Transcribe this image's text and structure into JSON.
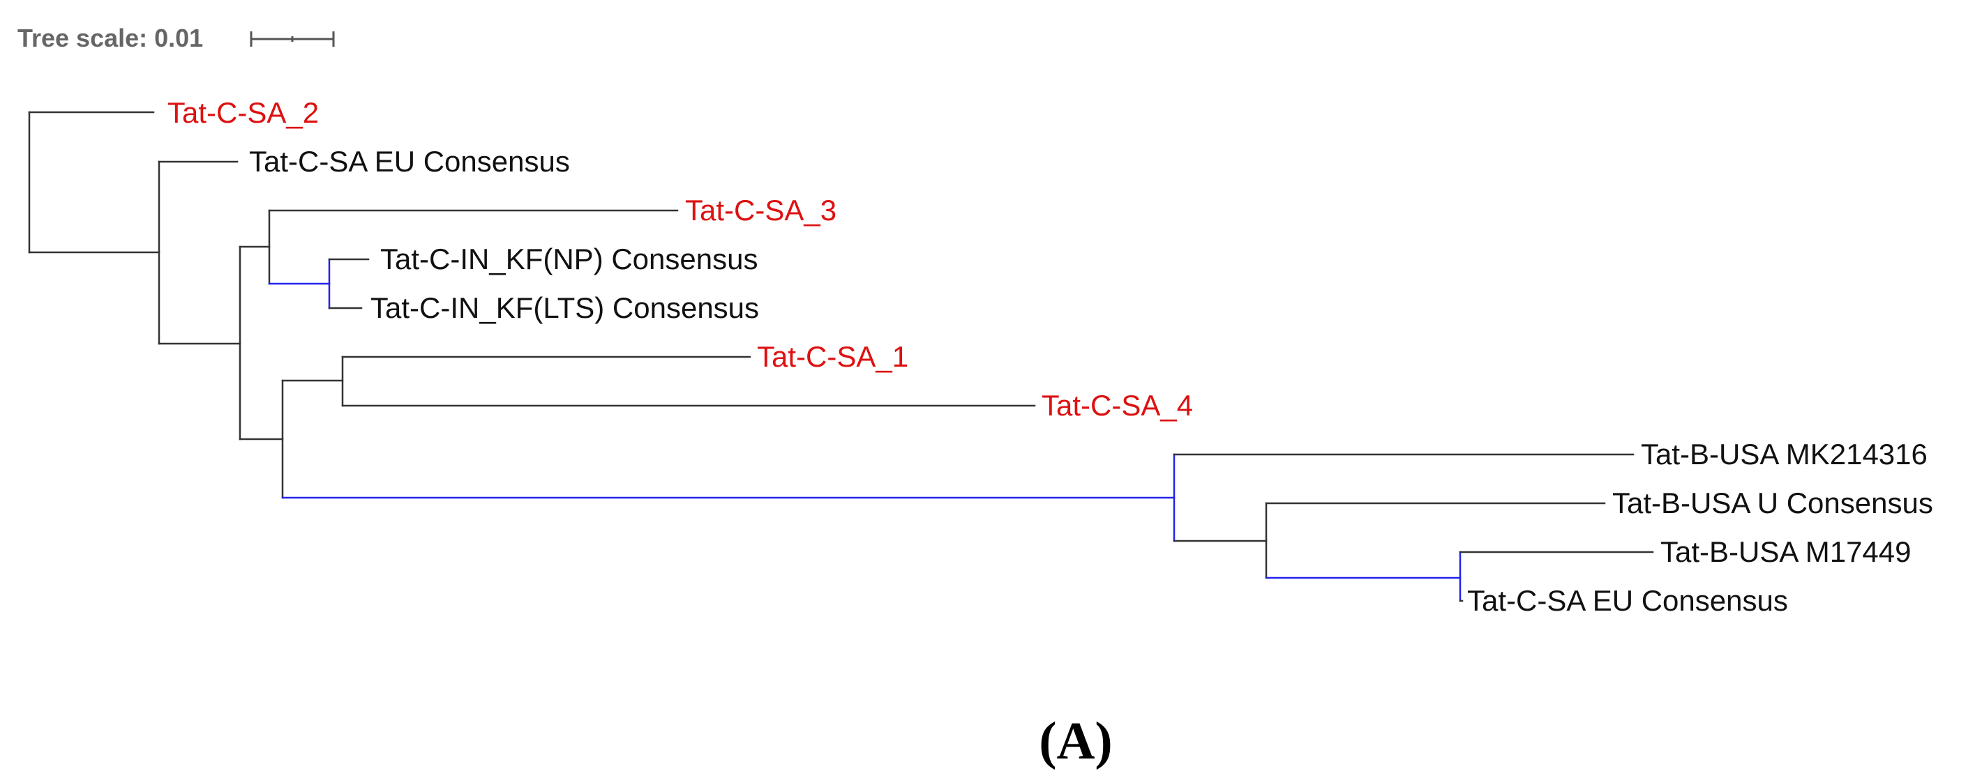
{
  "tree_scale": {
    "label": "Tree scale: 0.01"
  },
  "colors": {
    "branch_default": "#333333",
    "branch_highlight": "#2222ee",
    "label_default": "#111111",
    "label_highlight": "#dd1111"
  },
  "leaves": [
    {
      "label": "Tat-C-SA_2",
      "highlight": true
    },
    {
      "label": "Tat-C-SA EU Consensus",
      "highlight": false
    },
    {
      "label": "Tat-C-SA_3",
      "highlight": true
    },
    {
      "label": "Tat-C-IN_KF(NP) Consensus",
      "highlight": false
    },
    {
      "label": "Tat-C-IN_KF(LTS) Consensus",
      "highlight": false
    },
    {
      "label": "Tat-C-SA_1",
      "highlight": true
    },
    {
      "label": "Tat-C-SA_4",
      "highlight": true
    },
    {
      "label": "Tat-B-USA MK214316",
      "highlight": false
    },
    {
      "label": "Tat-B-USA U Consensus",
      "highlight": false
    },
    {
      "label": "Tat-B-USA M17449",
      "highlight": false
    },
    {
      "label": "Tat-C-SA EU Consensus",
      "highlight": false
    }
  ],
  "panel_label": "(A)"
}
